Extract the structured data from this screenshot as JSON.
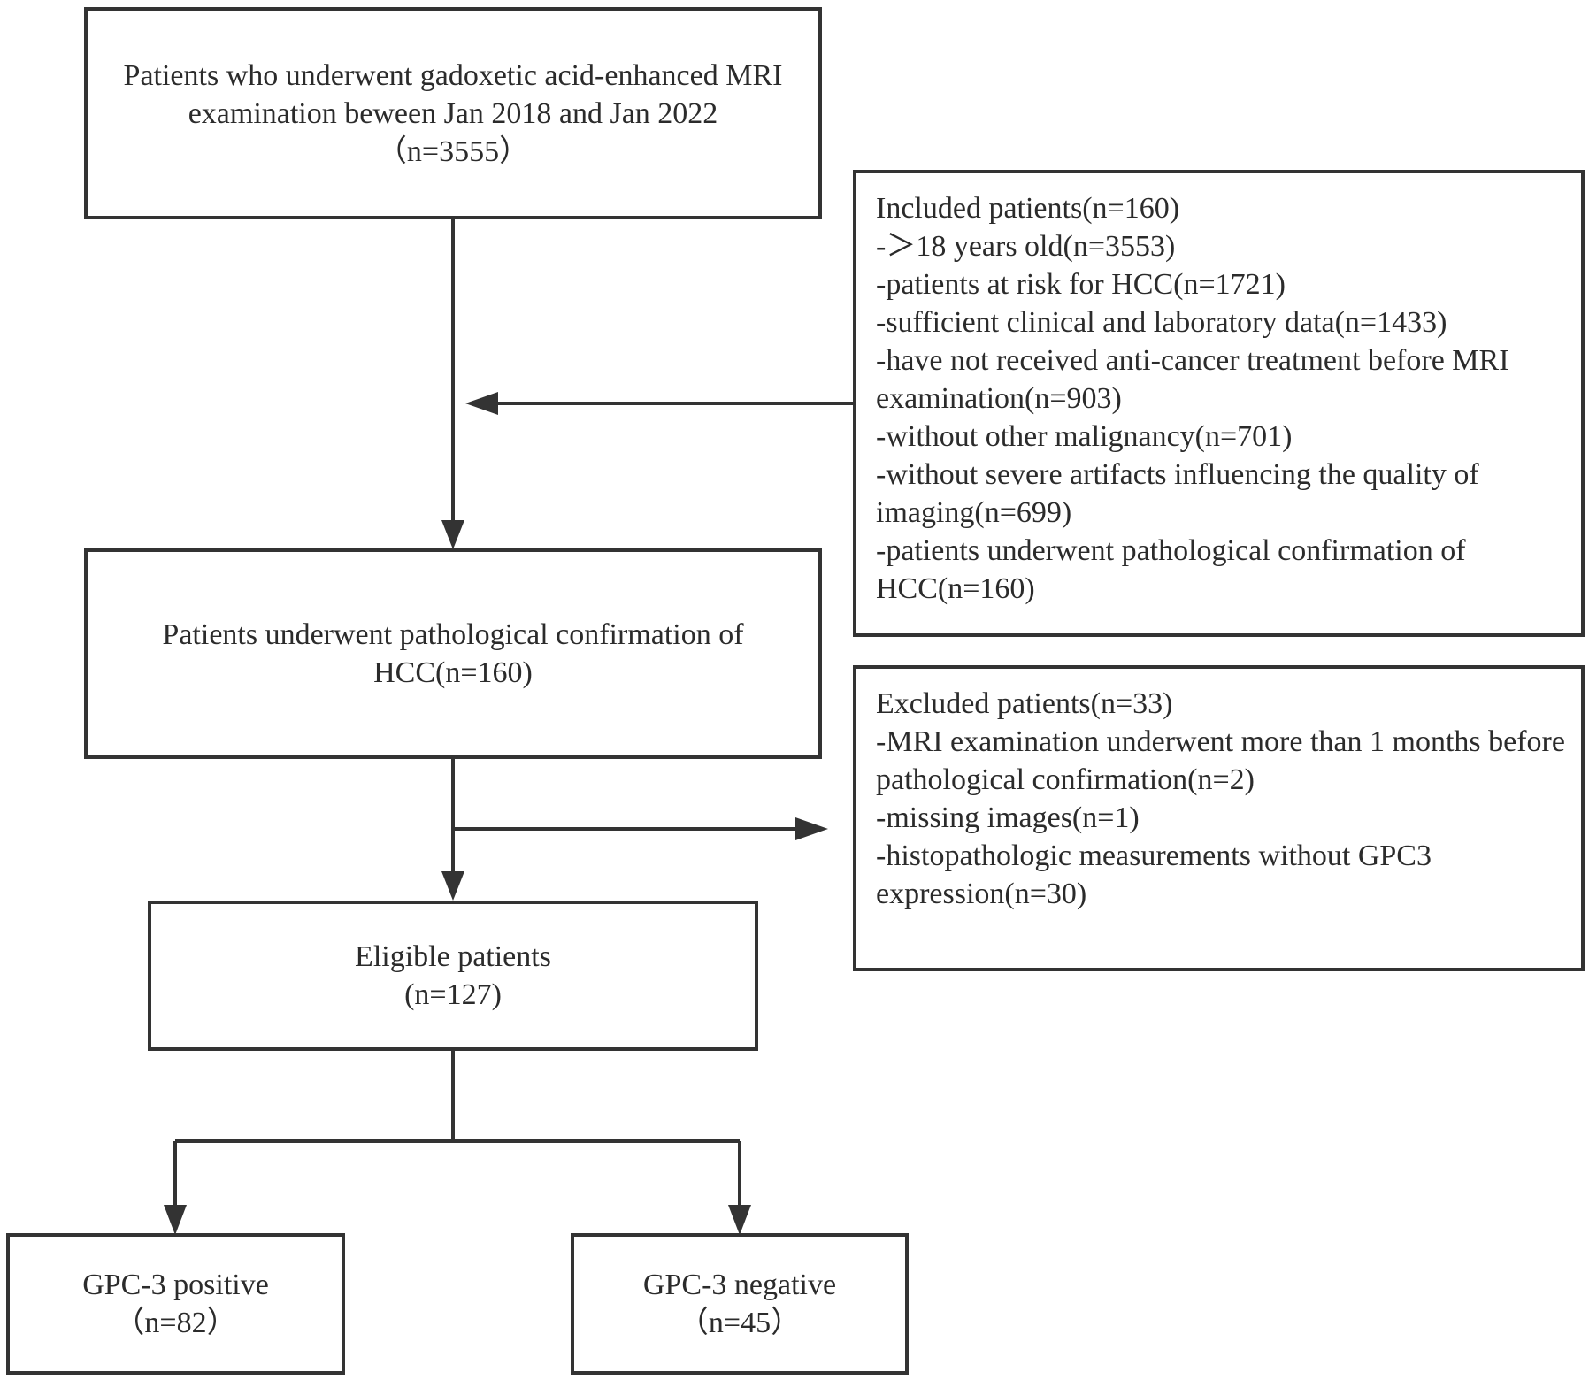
{
  "colors": {
    "stroke": "#333333",
    "text": "#2b2b2b",
    "background": "#ffffff"
  },
  "boxes": {
    "screened": {
      "lines": [
        "Patients who underwent gadoxetic acid-enhanced MRI",
        "examination beween Jan 2018 and Jan 2022",
        "（n=3555）"
      ]
    },
    "included": {
      "title": "Included patients(n=160)",
      "items": [
        "-＞18 years old(n=3553)",
        "-patients at risk for HCC(n=1721)",
        "-sufficient clinical and laboratory data(n=1433)",
        "-have not received anti-cancer treatment before MRI examination(n=903)",
        "-without other malignancy(n=701)",
        "-without severe artifacts influencing the quality of imaging(n=699)",
        "-patients underwent pathological confirmation of HCC(n=160)"
      ]
    },
    "confirmed": {
      "lines": [
        "Patients underwent pathological confirmation of",
        "HCC(n=160)"
      ]
    },
    "excluded": {
      "title": "Excluded patients(n=33)",
      "items": [
        "-MRI examination underwent more than 1 months before pathological confirmation(n=2)",
        "-missing images(n=1)",
        "-histopathologic measurements without GPC3 expression(n=30)"
      ]
    },
    "eligible": {
      "lines": [
        "Eligible patients",
        "(n=127)"
      ]
    },
    "positive": {
      "lines": [
        "GPC-3 positive",
        "（n=82）"
      ]
    },
    "negative": {
      "lines": [
        "GPC-3 negative",
        "（n=45）"
      ]
    }
  }
}
